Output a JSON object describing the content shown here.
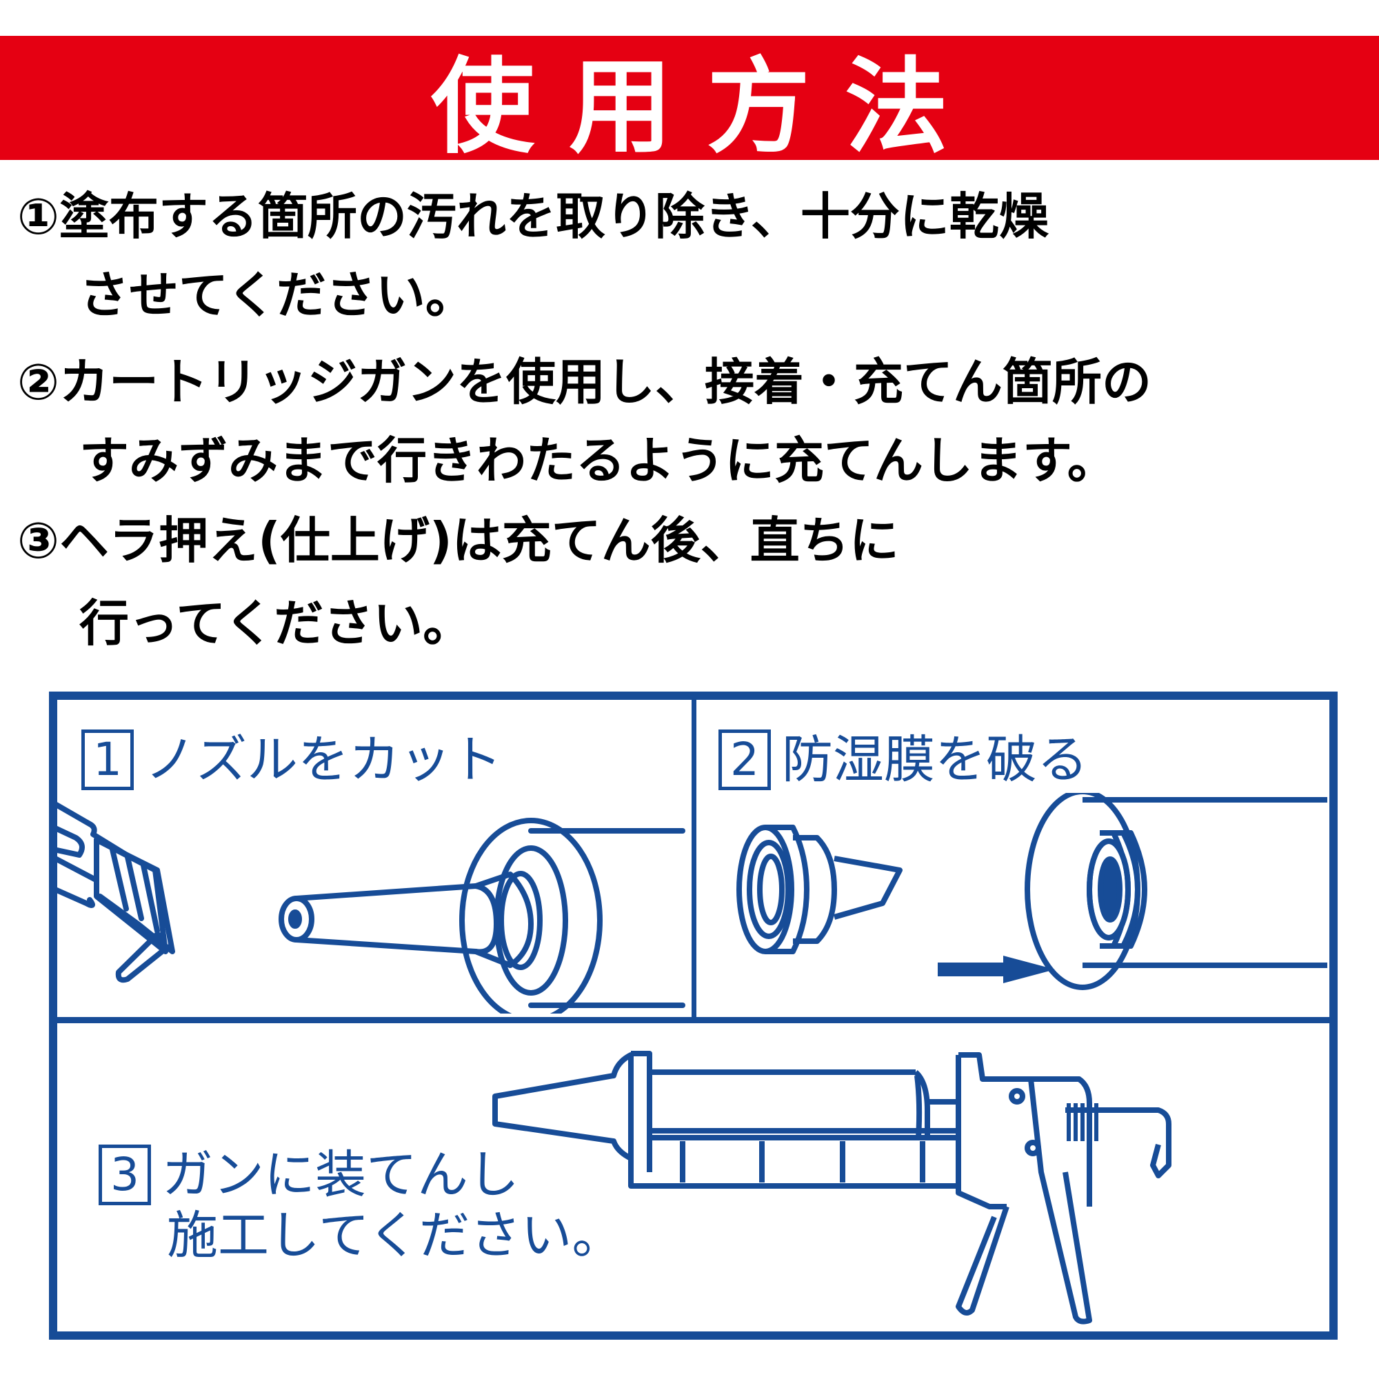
{
  "header": {
    "title": "使用方法",
    "bg_color": "#e50012",
    "text_color": "#ffffff"
  },
  "instructions": [
    {
      "marker": "①",
      "line1": "塗布する箇所の汚れを取り除き、十分に乾燥",
      "line2": "させてください。"
    },
    {
      "marker": "②",
      "line1": "カートリッジガンを使用し、接着・充てん箇所の",
      "line2": "すみずみまで行きわたるように充てんします。"
    },
    {
      "marker": "③",
      "line1": "ヘラ押え(仕上げ)は充てん後、直ちに",
      "line2": "行ってください。"
    }
  ],
  "diagram": {
    "accent_color": "#174c97",
    "panels": [
      {
        "number": "1",
        "label": "ノズルをカット",
        "illustration": "cutter-knife-cutting-nozzle"
      },
      {
        "number": "2",
        "label": "防湿膜を破る",
        "illustration": "nozzle-piercing-cartridge-membrane"
      },
      {
        "number": "3",
        "label_line1": "ガンに装てんし",
        "label_line2": "施工してください。",
        "illustration": "caulking-gun"
      }
    ]
  }
}
